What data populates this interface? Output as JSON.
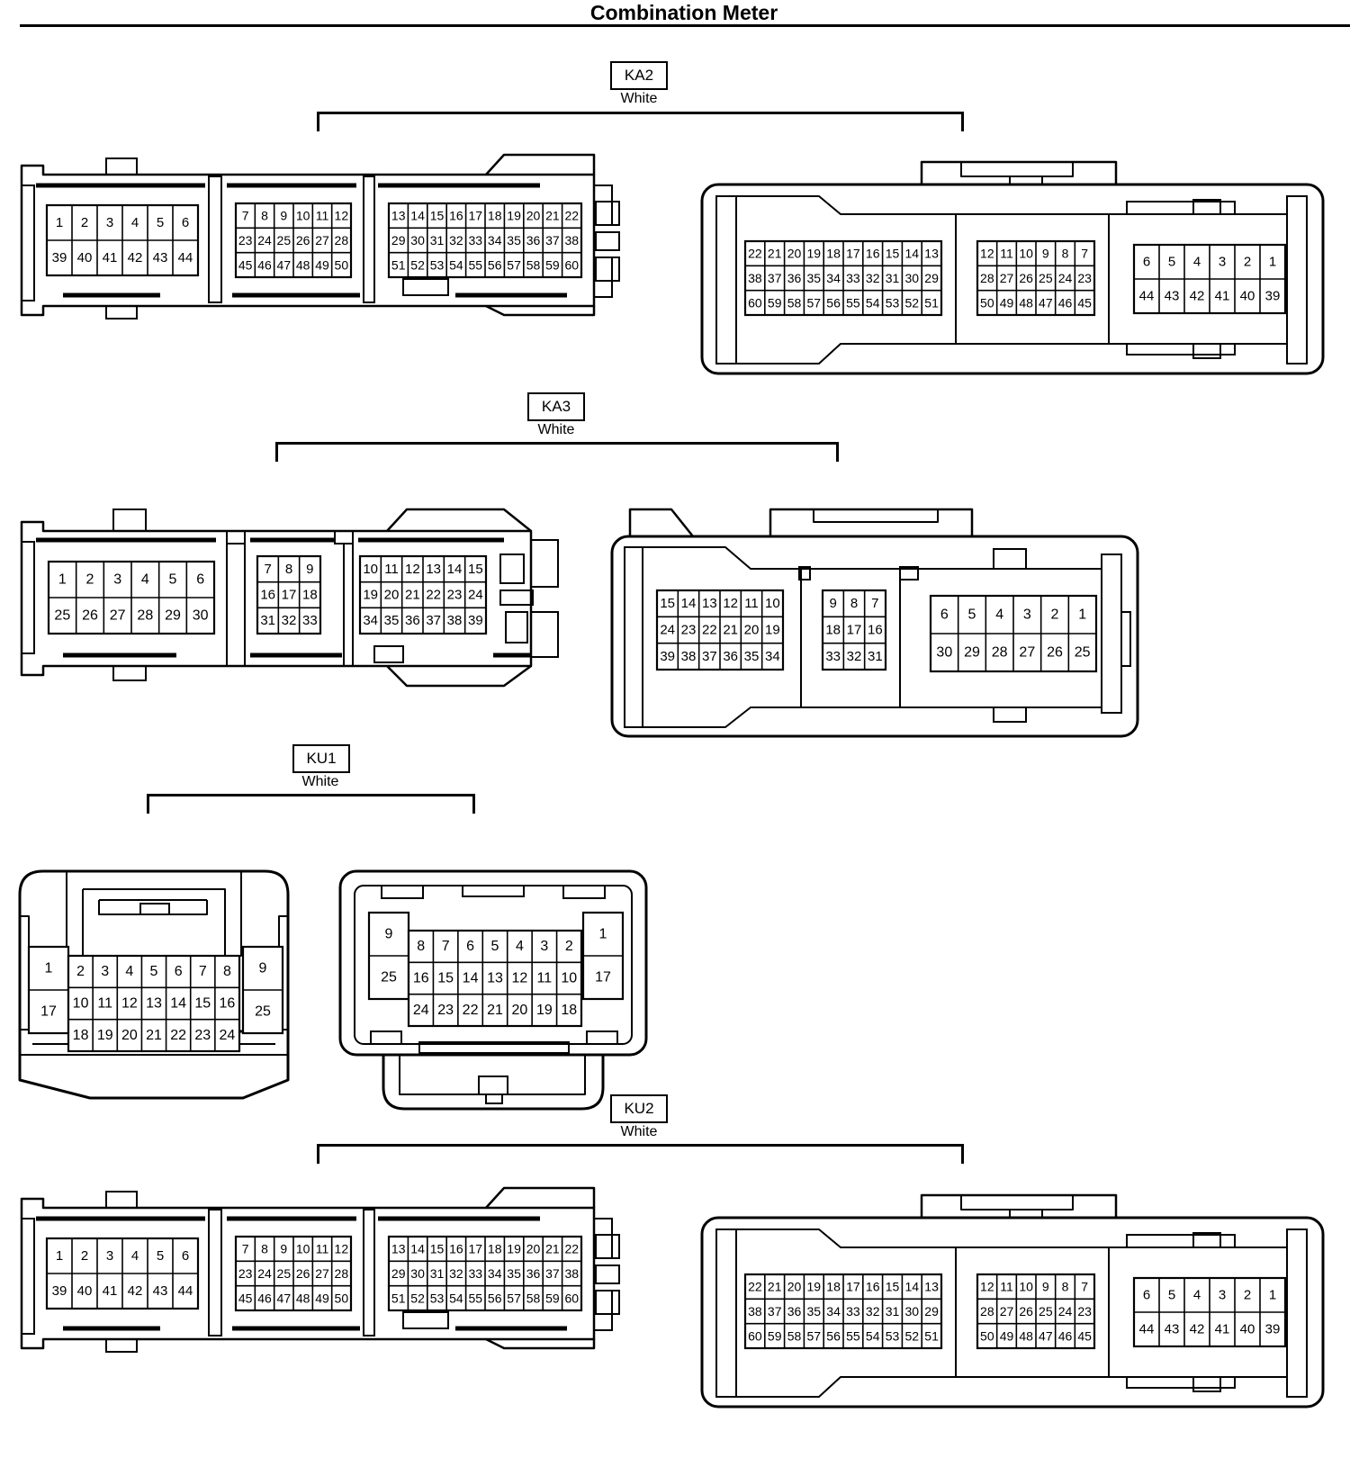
{
  "page": {
    "title": "Combination Meter"
  },
  "connectors": [
    {
      "id": "KA2",
      "color": "White",
      "views": [
        {
          "blocks": [
            {
              "rows": [
                [
                  "1",
                  "2",
                  "3",
                  "4",
                  "5",
                  "6"
                ],
                [
                  "39",
                  "40",
                  "41",
                  "42",
                  "43",
                  "44"
                ]
              ]
            },
            {
              "rows": [
                [
                  "7",
                  "8",
                  "9",
                  "10",
                  "11",
                  "12"
                ],
                [
                  "23",
                  "24",
                  "25",
                  "26",
                  "27",
                  "28"
                ],
                [
                  "45",
                  "46",
                  "47",
                  "48",
                  "49",
                  "50"
                ]
              ]
            },
            {
              "rows": [
                [
                  "13",
                  "14",
                  "15",
                  "16",
                  "17",
                  "18",
                  "19",
                  "20",
                  "21",
                  "22"
                ],
                [
                  "29",
                  "30",
                  "31",
                  "32",
                  "33",
                  "34",
                  "35",
                  "36",
                  "37",
                  "38"
                ],
                [
                  "51",
                  "52",
                  "53",
                  "54",
                  "55",
                  "56",
                  "57",
                  "58",
                  "59",
                  "60"
                ]
              ]
            }
          ]
        },
        {
          "blocks": [
            {
              "rows": [
                [
                  "22",
                  "21",
                  "20",
                  "19",
                  "18",
                  "17",
                  "16",
                  "15",
                  "14",
                  "13"
                ],
                [
                  "38",
                  "37",
                  "36",
                  "35",
                  "34",
                  "33",
                  "32",
                  "31",
                  "30",
                  "29"
                ],
                [
                  "60",
                  "59",
                  "58",
                  "57",
                  "56",
                  "55",
                  "54",
                  "53",
                  "52",
                  "51"
                ]
              ]
            },
            {
              "rows": [
                [
                  "12",
                  "11",
                  "10",
                  "9",
                  "8",
                  "7"
                ],
                [
                  "28",
                  "27",
                  "26",
                  "25",
                  "24",
                  "23"
                ],
                [
                  "50",
                  "49",
                  "48",
                  "47",
                  "46",
                  "45"
                ]
              ]
            },
            {
              "rows": [
                [
                  "6",
                  "5",
                  "4",
                  "3",
                  "2",
                  "1"
                ],
                [
                  "44",
                  "43",
                  "42",
                  "41",
                  "40",
                  "39"
                ]
              ]
            }
          ]
        }
      ]
    },
    {
      "id": "KA3",
      "color": "White",
      "views": [
        {
          "blocks": [
            {
              "rows": [
                [
                  "1",
                  "2",
                  "3",
                  "4",
                  "5",
                  "6"
                ],
                [
                  "25",
                  "26",
                  "27",
                  "28",
                  "29",
                  "30"
                ]
              ]
            },
            {
              "rows": [
                [
                  "7",
                  "8",
                  "9"
                ],
                [
                  "16",
                  "17",
                  "18"
                ],
                [
                  "31",
                  "32",
                  "33"
                ]
              ]
            },
            {
              "rows": [
                [
                  "10",
                  "11",
                  "12",
                  "13",
                  "14",
                  "15"
                ],
                [
                  "19",
                  "20",
                  "21",
                  "22",
                  "23",
                  "24"
                ],
                [
                  "34",
                  "35",
                  "36",
                  "37",
                  "38",
                  "39"
                ]
              ]
            }
          ]
        },
        {
          "blocks": [
            {
              "rows": [
                [
                  "15",
                  "14",
                  "13",
                  "12",
                  "11",
                  "10"
                ],
                [
                  "24",
                  "23",
                  "22",
                  "21",
                  "20",
                  "19"
                ],
                [
                  "39",
                  "38",
                  "37",
                  "36",
                  "35",
                  "34"
                ]
              ]
            },
            {
              "rows": [
                [
                  "9",
                  "8",
                  "7"
                ],
                [
                  "18",
                  "17",
                  "16"
                ],
                [
                  "33",
                  "32",
                  "31"
                ]
              ]
            },
            {
              "rows": [
                [
                  "6",
                  "5",
                  "4",
                  "3",
                  "2",
                  "1"
                ],
                [
                  "30",
                  "29",
                  "28",
                  "27",
                  "26",
                  "25"
                ]
              ]
            }
          ]
        }
      ]
    },
    {
      "id": "KU1",
      "color": "White",
      "views": [
        {
          "left": [
            "1",
            "17"
          ],
          "rows": [
            [
              "2",
              "3",
              "4",
              "5",
              "6",
              "7",
              "8"
            ],
            [
              "10",
              "11",
              "12",
              "13",
              "14",
              "15",
              "16"
            ],
            [
              "18",
              "19",
              "20",
              "21",
              "22",
              "23",
              "24"
            ]
          ],
          "right": [
            "9",
            "25"
          ]
        },
        {
          "left": [
            "9",
            "25"
          ],
          "rows": [
            [
              "8",
              "7",
              "6",
              "5",
              "4",
              "3",
              "2"
            ],
            [
              "16",
              "15",
              "14",
              "13",
              "12",
              "11",
              "10"
            ],
            [
              "24",
              "23",
              "22",
              "21",
              "20",
              "19",
              "18"
            ]
          ],
          "right": [
            "1",
            "17"
          ]
        }
      ]
    },
    {
      "id": "KU2",
      "color": "White",
      "views": [
        {
          "blocks": [
            {
              "rows": [
                [
                  "1",
                  "2",
                  "3",
                  "4",
                  "5",
                  "6"
                ],
                [
                  "39",
                  "40",
                  "41",
                  "42",
                  "43",
                  "44"
                ]
              ]
            },
            {
              "rows": [
                [
                  "7",
                  "8",
                  "9",
                  "10",
                  "11",
                  "12"
                ],
                [
                  "23",
                  "24",
                  "25",
                  "26",
                  "27",
                  "28"
                ],
                [
                  "45",
                  "46",
                  "47",
                  "48",
                  "49",
                  "50"
                ]
              ]
            },
            {
              "rows": [
                [
                  "13",
                  "14",
                  "15",
                  "16",
                  "17",
                  "18",
                  "19",
                  "20",
                  "21",
                  "22"
                ],
                [
                  "29",
                  "30",
                  "31",
                  "32",
                  "33",
                  "34",
                  "35",
                  "36",
                  "37",
                  "38"
                ],
                [
                  "51",
                  "52",
                  "53",
                  "54",
                  "55",
                  "56",
                  "57",
                  "58",
                  "59",
                  "60"
                ]
              ]
            }
          ]
        },
        {
          "blocks": [
            {
              "rows": [
                [
                  "22",
                  "21",
                  "20",
                  "19",
                  "18",
                  "17",
                  "16",
                  "15",
                  "14",
                  "13"
                ],
                [
                  "38",
                  "37",
                  "36",
                  "35",
                  "34",
                  "33",
                  "32",
                  "31",
                  "30",
                  "29"
                ],
                [
                  "60",
                  "59",
                  "58",
                  "57",
                  "56",
                  "55",
                  "54",
                  "53",
                  "52",
                  "51"
                ]
              ]
            },
            {
              "rows": [
                [
                  "12",
                  "11",
                  "10",
                  "9",
                  "8",
                  "7"
                ],
                [
                  "28",
                  "27",
                  "26",
                  "25",
                  "24",
                  "23"
                ],
                [
                  "50",
                  "49",
                  "48",
                  "47",
                  "46",
                  "45"
                ]
              ]
            },
            {
              "rows": [
                [
                  "6",
                  "5",
                  "4",
                  "3",
                  "2",
                  "1"
                ],
                [
                  "44",
                  "43",
                  "42",
                  "41",
                  "40",
                  "39"
                ]
              ]
            }
          ]
        }
      ]
    }
  ]
}
